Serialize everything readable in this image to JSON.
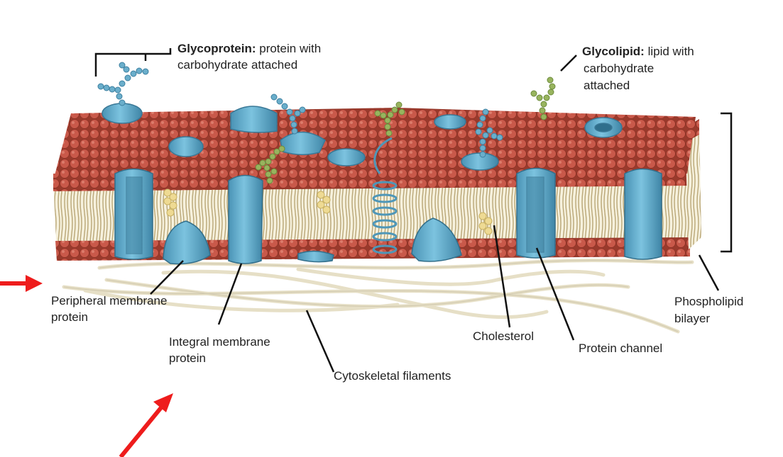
{
  "labels": {
    "glycoprotein": {
      "term": "Glycoprotein:",
      "line1_rest": " protein with",
      "line2": "carbohydrate attached"
    },
    "glycolipid": {
      "term": "Glycolipid:",
      "line1_rest": " lipid with",
      "line2": "carbohydrate",
      "line3": "attached"
    },
    "peripheral": {
      "line1": "Peripheral membrane",
      "line2": "protein"
    },
    "integral": {
      "line1": "Integral membrane",
      "line2": "protein"
    },
    "cytoskeletal": "Cytoskeletal filaments",
    "cholesterol": "Cholesterol",
    "channel": "Protein channel",
    "bilayer": {
      "line1": "Phospholipid",
      "line2": "bilayer"
    }
  },
  "colors": {
    "lipid_head": "#c0503f",
    "lipid_tail": "#c9b98a",
    "protein": "#5aa9c9",
    "protein_dark": "#3b7f9e",
    "glycolipid_sugar": "#8aa556",
    "glycoprotein_sugar": "#5f9fbf",
    "cholesterol": "#e8d58e",
    "filament": "#e9e3cf",
    "annotation_arrow": "#ee1c1c"
  }
}
